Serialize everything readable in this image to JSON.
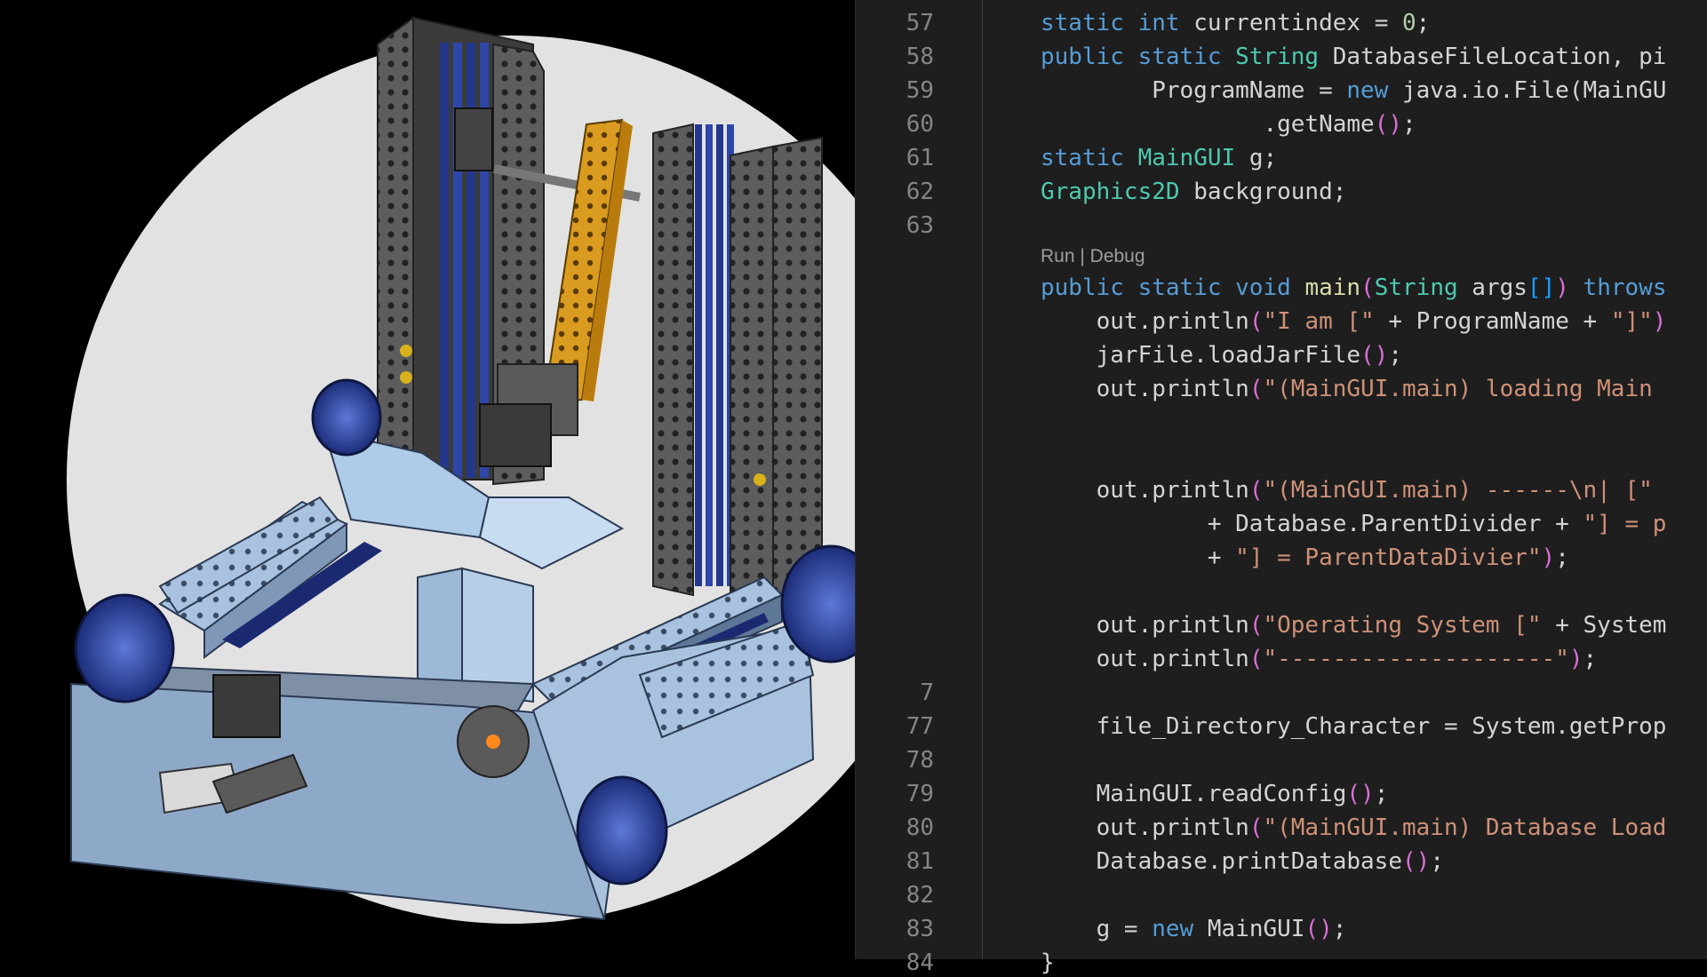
{
  "editor": {
    "lines": [
      {
        "num": "57",
        "tokens": [
          [
            "kw",
            "static "
          ],
          [
            "kw",
            "int "
          ],
          [
            "",
            "currentindex = "
          ],
          [
            "nm",
            "0"
          ],
          [
            "",
            ";"
          ]
        ]
      },
      {
        "num": "58",
        "tokens": [
          [
            "kw",
            "public "
          ],
          [
            "kw",
            "static "
          ],
          [
            "ty",
            "String "
          ],
          [
            "",
            "DatabaseFileLocation, pi"
          ]
        ]
      },
      {
        "num": "59",
        "tokens": [
          [
            "",
            "        ProgramName = "
          ],
          [
            "kw",
            "new "
          ],
          [
            "",
            "java.io.File(MainGU"
          ]
        ]
      },
      {
        "num": "60",
        "tokens": [
          [
            "",
            "                .getName"
          ],
          [
            "br",
            "()"
          ],
          [
            "",
            ";"
          ]
        ]
      },
      {
        "num": "61",
        "tokens": [
          [
            "kw",
            "static "
          ],
          [
            "ty",
            "MainGUI "
          ],
          [
            "",
            "g;"
          ]
        ]
      },
      {
        "num": "62",
        "tokens": [
          [
            "ty",
            "Graphics2D "
          ],
          [
            "",
            "background;"
          ]
        ]
      },
      {
        "num": "63",
        "tokens": []
      },
      {
        "num": "",
        "lens": true
      },
      {
        "num": "",
        "tokens": [
          [
            "kw",
            "public "
          ],
          [
            "kw",
            "static "
          ],
          [
            "kw",
            "void "
          ],
          [
            "fn",
            "main"
          ],
          [
            "br",
            "("
          ],
          [
            "ty",
            "String "
          ],
          [
            "",
            "args"
          ],
          [
            "br2",
            "[]"
          ],
          [
            "br",
            ")"
          ],
          [
            "",
            " "
          ],
          [
            "kw",
            "throws"
          ]
        ]
      },
      {
        "num": "",
        "tokens": [
          [
            "",
            "    out.println"
          ],
          [
            "br",
            "("
          ],
          [
            "st",
            "\"I am [\""
          ],
          [
            "",
            " + ProgramName + "
          ],
          [
            "st",
            "\"]\""
          ],
          [
            "br",
            ")"
          ]
        ]
      },
      {
        "num": "",
        "tokens": [
          [
            "",
            "    jarFile.loadJarFile"
          ],
          [
            "br",
            "()"
          ],
          [
            "",
            ";"
          ]
        ]
      },
      {
        "num": "",
        "tokens": [
          [
            "",
            "    out.println"
          ],
          [
            "br",
            "("
          ],
          [
            "st",
            "\"(MainGUI.main) loading Main "
          ]
        ]
      },
      {
        "num": "",
        "tokens": []
      },
      {
        "num": "",
        "tokens": []
      },
      {
        "num": "",
        "tokens": [
          [
            "",
            "    out.println"
          ],
          [
            "br",
            "("
          ],
          [
            "st",
            "\"(MainGUI.main) ------\\n| [\" "
          ]
        ]
      },
      {
        "num": "",
        "tokens": [
          [
            "",
            "            + Database.ParentDivider + "
          ],
          [
            "st",
            "\"] = p"
          ]
        ]
      },
      {
        "num": "",
        "tokens": [
          [
            "",
            "            + "
          ],
          [
            "st",
            "\"] = ParentDataDivier\""
          ],
          [
            "br",
            ")"
          ],
          [
            "",
            ";"
          ]
        ]
      },
      {
        "num": "",
        "tokens": []
      },
      {
        "num": "",
        "tokens": [
          [
            "",
            "    out.println"
          ],
          [
            "br",
            "("
          ],
          [
            "st",
            "\"Operating System [\""
          ],
          [
            "",
            " + System"
          ]
        ]
      },
      {
        "num": "",
        "tokens": [
          [
            "",
            "    out.println"
          ],
          [
            "br",
            "("
          ],
          [
            "st",
            "\"--------------------\""
          ],
          [
            "br",
            ")"
          ],
          [
            "",
            ";"
          ]
        ]
      },
      {
        "num": "7",
        "tokens": []
      },
      {
        "num": "77",
        "tokens": [
          [
            "",
            "    file_Directory_Character = System.getProp"
          ]
        ]
      },
      {
        "num": "78",
        "tokens": []
      },
      {
        "num": "79",
        "tokens": [
          [
            "",
            "    MainGUI.readConfig"
          ],
          [
            "br",
            "()"
          ],
          [
            "",
            ";"
          ]
        ]
      },
      {
        "num": "80",
        "tokens": [
          [
            "",
            "    out.println"
          ],
          [
            "br",
            "("
          ],
          [
            "st",
            "\"(MainGUI.main) Database Load"
          ]
        ]
      },
      {
        "num": "81",
        "tokens": [
          [
            "",
            "    Database.printDatabase"
          ],
          [
            "br",
            "()"
          ],
          [
            "",
            ";"
          ]
        ]
      },
      {
        "num": "82",
        "tokens": []
      },
      {
        "num": "83",
        "tokens": [
          [
            "",
            "    g = "
          ],
          [
            "kw",
            "new "
          ],
          [
            "",
            "MainGUI"
          ],
          [
            "br",
            "()"
          ],
          [
            "",
            ";"
          ]
        ]
      },
      {
        "num": "84",
        "tokens": [
          [
            "",
            "}"
          ]
        ]
      }
    ],
    "codelens": {
      "run": "Run",
      "sep": " | ",
      "debug": "Debug"
    }
  },
  "cad": {
    "subject": "robot-chassis-3d-model",
    "colors": {
      "circle": "#e2e2e2",
      "channel": "#6a6a6a",
      "plate": "#9fb8d6",
      "rail": "#2c3f8e",
      "wheel": "#2a3f9a",
      "arm": "#d49a1e",
      "motor": "#3a3a3a"
    }
  }
}
